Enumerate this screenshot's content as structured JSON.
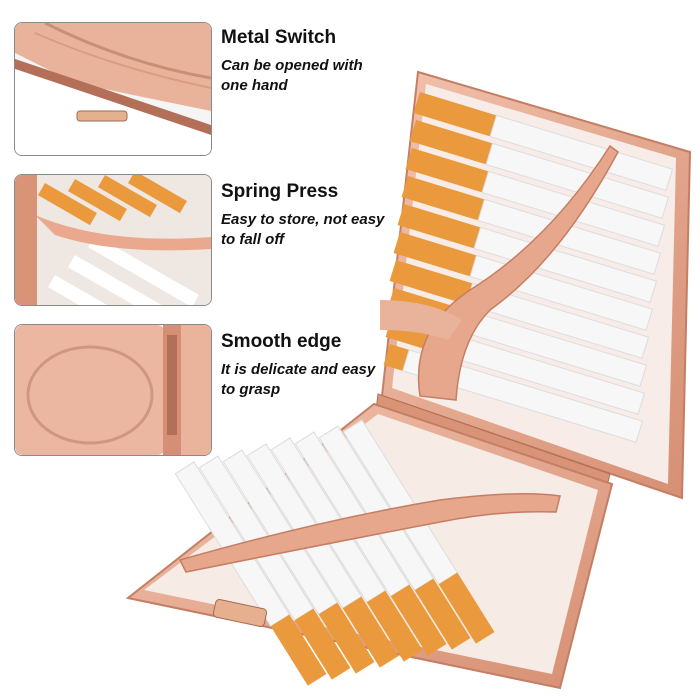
{
  "features": [
    {
      "title": "Metal Switch",
      "description": "Can be opened with one hand",
      "icon": "metal-switch-closeup"
    },
    {
      "title": "Spring Press",
      "description": "Easy to store, not easy to fall off",
      "icon": "spring-press-closeup"
    },
    {
      "title": "Smooth edge",
      "description": "It is delicate and easy to grasp",
      "icon": "smooth-edge-closeup"
    }
  ],
  "colors": {
    "rose_gold": "#e8ab8f",
    "rose_gold_dark": "#c9826a",
    "filter_orange": "#ea9a3c",
    "cigarette_white": "#f7f7f7",
    "text": "#111111"
  }
}
